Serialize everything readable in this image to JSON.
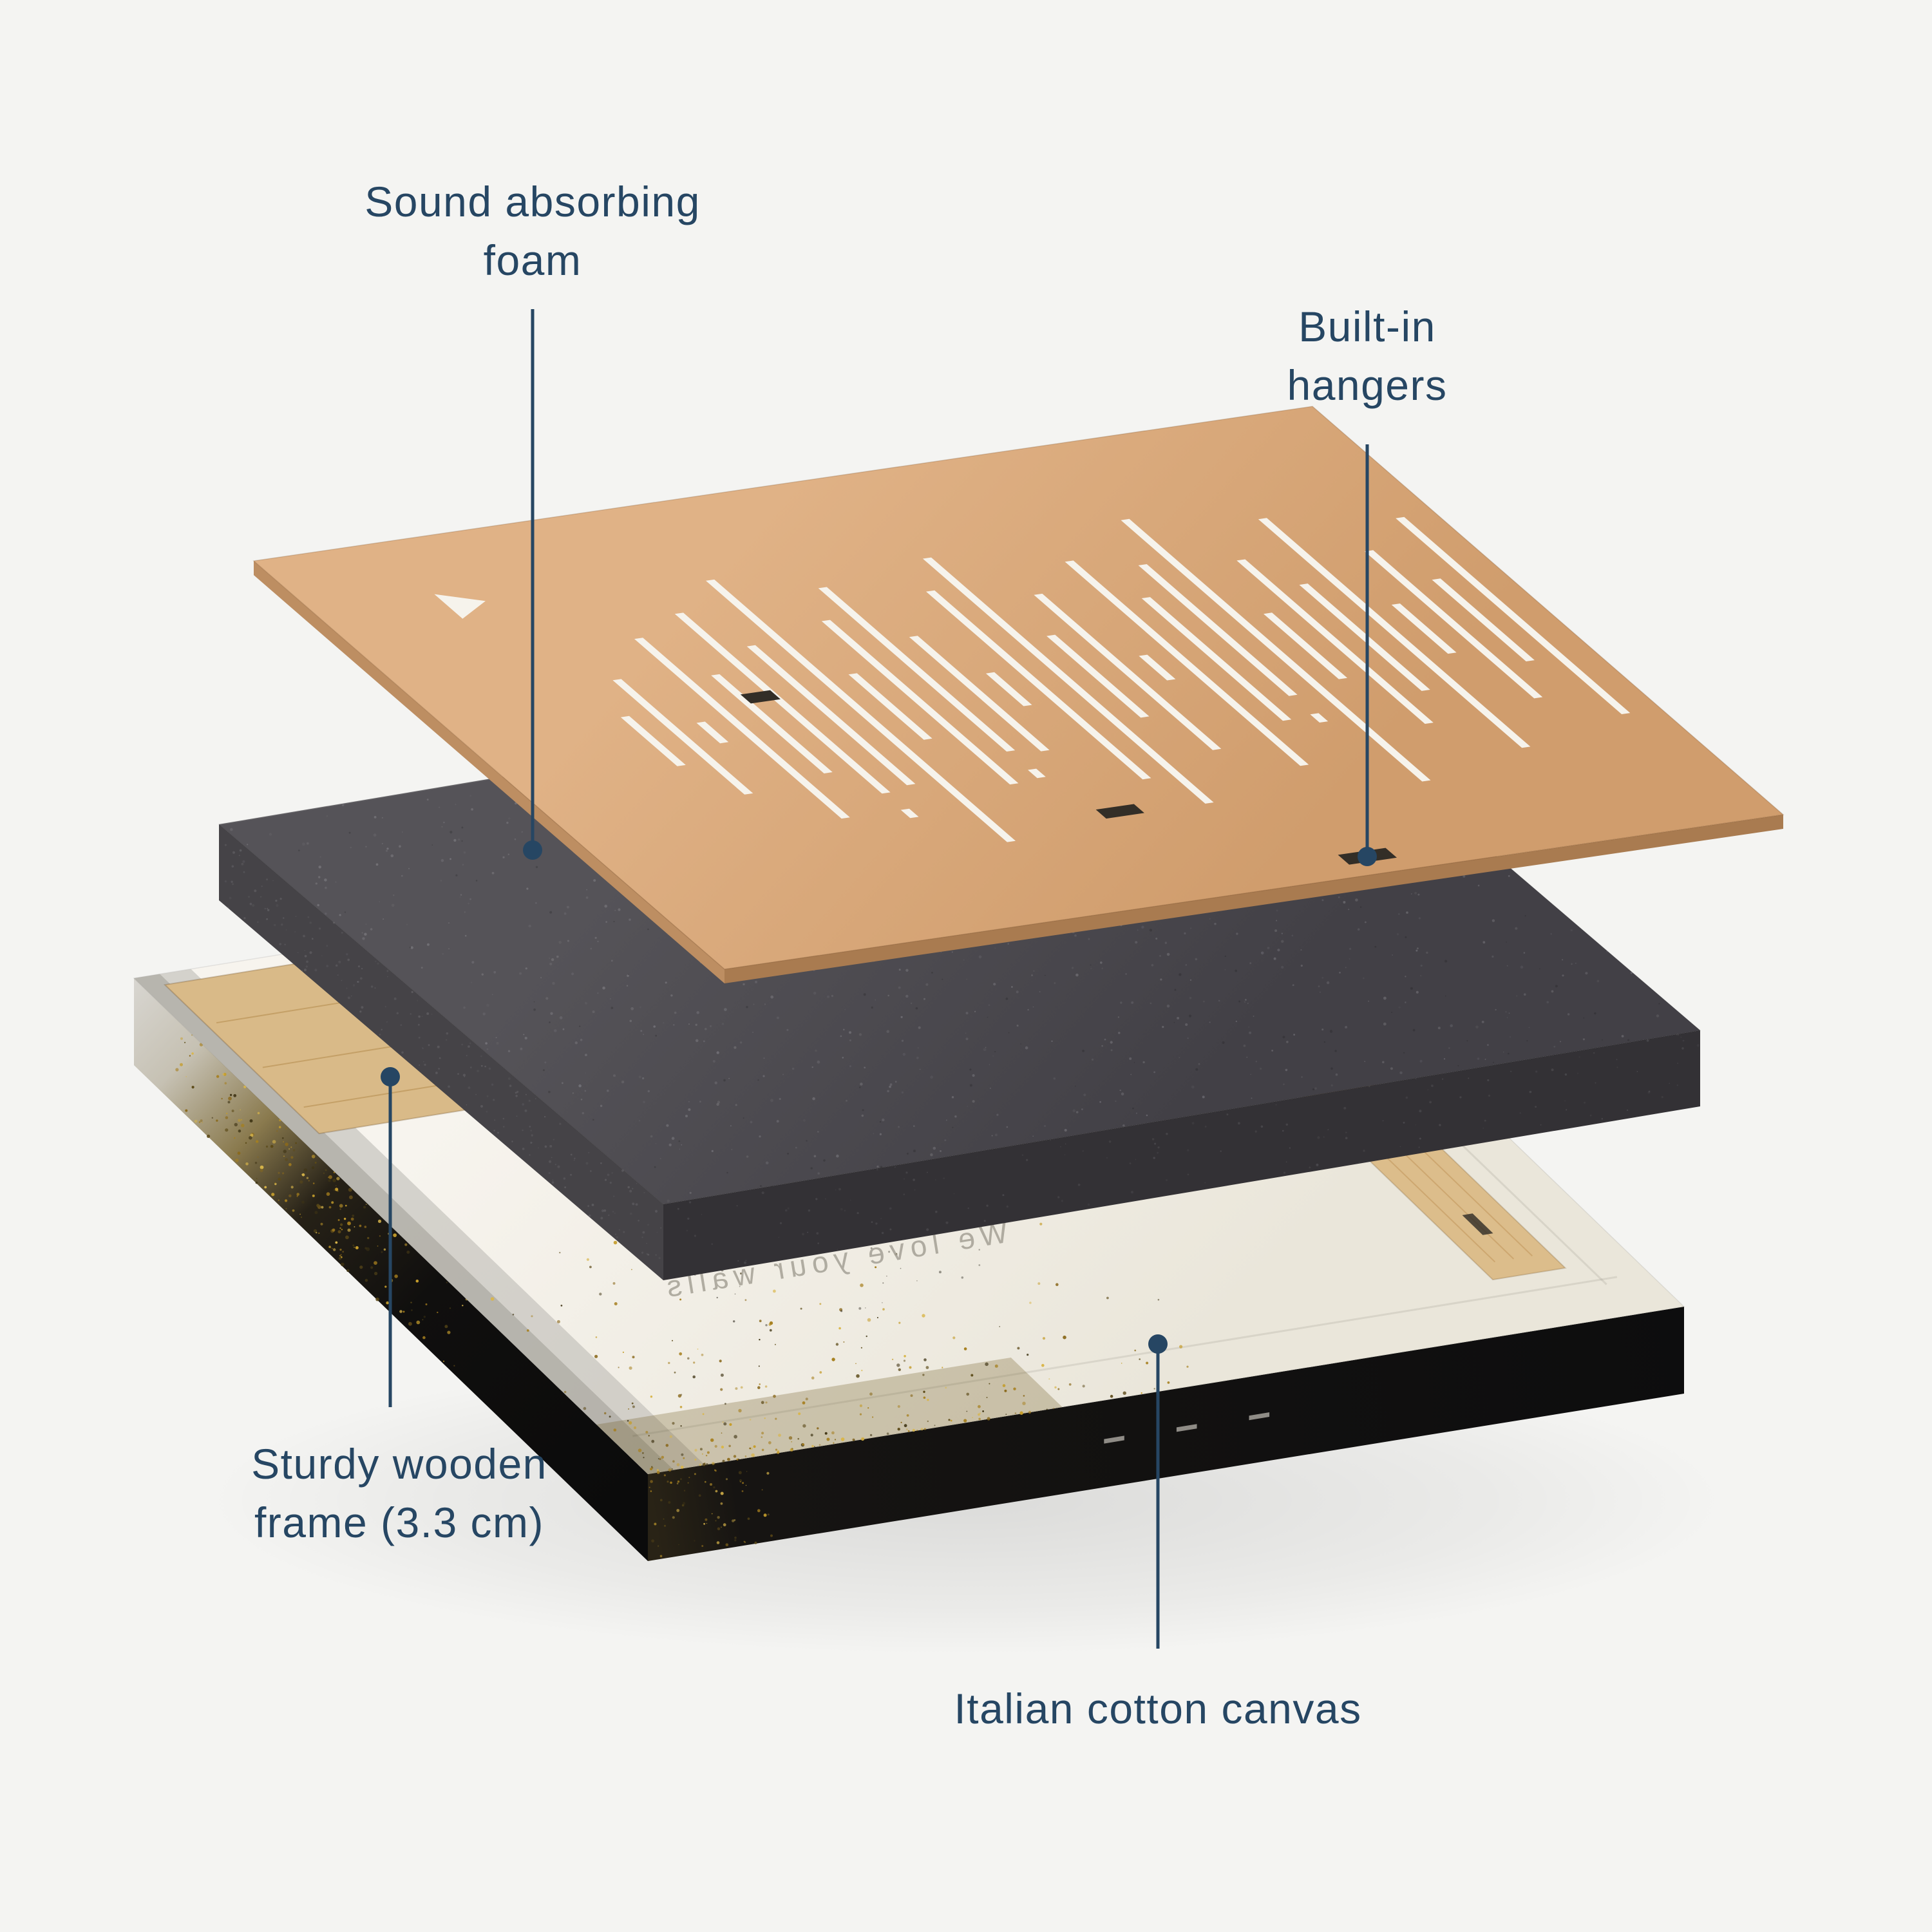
{
  "background_color": "#f4f4f2",
  "accent_color": "#264663",
  "labels": {
    "foam": "Sound absorbing foam",
    "hangers": "Built-in hangers",
    "frame": "Sturdy wooden frame (3.3 cm)",
    "canvas": "Italian cotton canvas"
  },
  "watermark": "We love your walls",
  "layers": {
    "board": {
      "name": "perforated-soundwave-board",
      "top_color": "#d9a97c",
      "side_color": "#b98a5c"
    },
    "foam": {
      "name": "sound-absorbing-foam",
      "top_color": "#4e4c50",
      "side_color": "#3a383c"
    },
    "canvas": {
      "name": "canvas-on-wooden-frame",
      "top_color": "#f3f0e8",
      "side_color": "#121110",
      "wood_color": "#dcbd8c",
      "gold_color": "#a9841f"
    }
  },
  "soundwave_slots": [
    [
      0.155,
      [
        [
          0.44,
          0.56
        ]
      ]
    ],
    [
      0.183,
      [
        [
          0.36,
          0.64
        ]
      ]
    ],
    [
      0.211,
      [
        [
          0.475,
          0.525
        ]
      ]
    ],
    [
      0.239,
      [
        [
          0.28,
          0.72
        ]
      ]
    ],
    [
      0.267,
      [
        [
          0.38,
          0.62
        ]
      ]
    ],
    [
      0.295,
      [
        [
          0.24,
          0.68
        ],
        [
          0.72,
          0.74
        ]
      ]
    ],
    [
      0.323,
      [
        [
          0.33,
          0.67
        ]
      ]
    ],
    [
      0.351,
      [
        [
          0.18,
          0.82
        ]
      ]
    ],
    [
      0.379,
      [
        [
          0.42,
          0.58
        ]
      ]
    ],
    [
      0.407,
      [
        [
          0.3,
          0.7
        ]
      ]
    ],
    [
      0.435,
      [
        [
          0.23,
          0.63
        ],
        [
          0.675,
          0.695
        ]
      ]
    ],
    [
      0.463,
      [
        [
          0.36,
          0.64
        ]
      ]
    ],
    [
      0.491,
      [
        [
          0.46,
          0.54
        ]
      ]
    ],
    [
      0.519,
      [
        [
          0.27,
          0.73
        ]
      ]
    ],
    [
      0.547,
      [
        [
          0.2,
          0.8
        ]
      ]
    ],
    [
      0.575,
      [
        [
          0.4,
          0.6
        ]
      ]
    ],
    [
      0.603,
      [
        [
          0.31,
          0.69
        ]
      ]
    ],
    [
      0.631,
      [
        [
          0.47,
          0.53
        ]
      ]
    ],
    [
      0.659,
      [
        [
          0.25,
          0.75
        ]
      ]
    ],
    [
      0.687,
      [
        [
          0.35,
          0.65
        ]
      ]
    ],
    [
      0.715,
      [
        [
          0.28,
          0.6
        ],
        [
          0.645,
          0.665
        ]
      ]
    ],
    [
      0.743,
      [
        [
          0.18,
          0.82
        ]
      ]
    ],
    [
      0.771,
      [
        [
          0.42,
          0.58
        ]
      ]
    ],
    [
      0.799,
      [
        [
          0.3,
          0.7
        ]
      ]
    ],
    [
      0.827,
      [
        [
          0.37,
          0.63
        ]
      ]
    ],
    [
      0.855,
      [
        [
          0.22,
          0.78
        ]
      ]
    ],
    [
      0.883,
      [
        [
          0.44,
          0.56
        ]
      ]
    ],
    [
      0.911,
      [
        [
          0.32,
          0.68
        ]
      ]
    ],
    [
      0.939,
      [
        [
          0.4,
          0.6
        ]
      ]
    ],
    [
      0.967,
      [
        [
          0.26,
          0.74
        ]
      ]
    ]
  ],
  "hanger_slots": [
    [
      0.283,
      0.44,
      0.014,
      0.011
    ],
    [
      0.467,
      0.79,
      0.018,
      0.011
    ],
    [
      0.625,
      0.96,
      0.0225,
      0.012
    ]
  ],
  "play_triangle": [
    [
      0.115,
      0.125
    ],
    [
      0.15,
      0.155
    ],
    [
      0.115,
      0.185
    ]
  ]
}
